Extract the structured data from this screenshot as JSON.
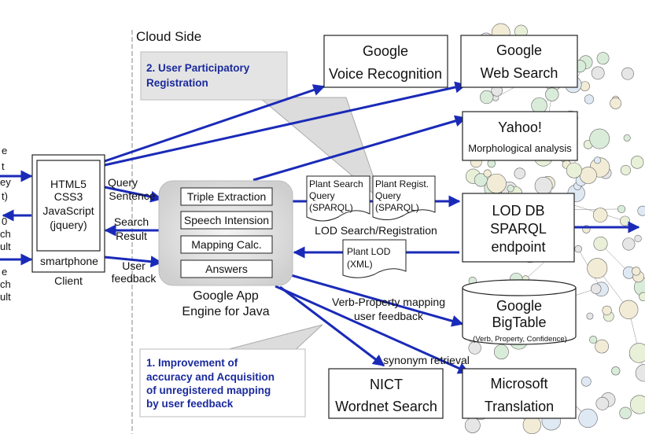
{
  "section_label": "Cloud Side",
  "callouts": {
    "registration": [
      "2. User Participatory",
      "Registration"
    ],
    "improvement": [
      "1. Improvement of",
      "accuracy and Acquisition",
      "of unregistered mapping",
      "by user feedback"
    ]
  },
  "boxes": {
    "google_voice": [
      "Google",
      "Voice Recognition"
    ],
    "google_web": [
      "Google",
      "Web Search"
    ],
    "yahoo": [
      "Yahoo!",
      "Morphological analysis"
    ],
    "client": [
      "HTML5",
      "CSS3",
      "JavaScript",
      "(jquery)"
    ],
    "client_footer": "smartphone",
    "client_caption": "Client",
    "lod_db": [
      "LOD DB",
      "SPARQL",
      "endpoint"
    ],
    "bigtable": [
      "Google",
      "BigTable"
    ],
    "bigtable_sub": "(Verb, Property, Confidence)",
    "nict": [
      "NICT",
      "Wordnet Search"
    ],
    "microsoft": [
      "Microsoft",
      "Translation"
    ]
  },
  "engine": {
    "modules": [
      "Triple Extraction",
      "Speech Intension",
      "Mapping Calc.",
      "Answers"
    ],
    "caption": [
      "Google App",
      "Engine for Java"
    ]
  },
  "documents": {
    "plant_search": [
      "Plant Search",
      "Query",
      "(SPARQL)"
    ],
    "plant_regist": [
      "Plant Regist.",
      "Query",
      "(SPARQL)"
    ],
    "plant_lod": [
      "Plant LOD",
      "(XML)"
    ]
  },
  "arrow_labels": {
    "query_sentence": [
      "Query",
      "Sentence"
    ],
    "search_result": [
      "Search",
      "Result"
    ],
    "user_feedback": [
      "User",
      "feedback"
    ],
    "lod_search": "LOD Search/Registration",
    "verb_property": [
      "Verb-Property mapping",
      "user feedback"
    ],
    "synonym": "synonym retrieval"
  },
  "left_fragments": [
    "e",
    "t",
    "ey",
    "t)",
    "0",
    "ch",
    "ult",
    "e",
    "ch",
    "ult"
  ]
}
